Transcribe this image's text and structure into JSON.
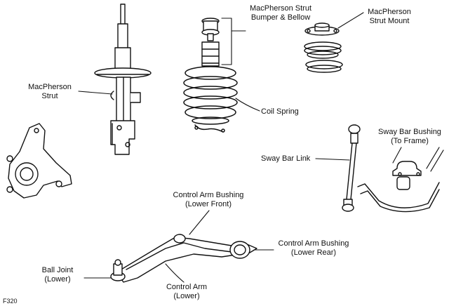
{
  "labels": {
    "macpherson_strut": {
      "line1": "MacPherson",
      "line2": "Strut"
    },
    "bumper_bellow": {
      "line1": "MacPherson Strut",
      "line2": "Bumper & Bellow"
    },
    "strut_mount": {
      "line1": "MacPherson",
      "line2": "Strut Mount"
    },
    "coil_spring": "Coil Spring",
    "sway_bar_bushing": {
      "line1": "Sway Bar Bushing",
      "line2": "(To Frame)"
    },
    "sway_bar_link": "Sway Bar Link",
    "ca_bushing_front": {
      "line1": "Control Arm Bushing",
      "line2": "(Lower Front)"
    },
    "ca_bushing_rear": {
      "line1": "Control Arm Bushing",
      "line2": "(Lower Rear)"
    },
    "ball_joint": {
      "line1": "Ball Joint",
      "line2": "(Lower)"
    },
    "control_arm": {
      "line1": "Control Arm",
      "line2": "(Lower)"
    }
  },
  "figure_code": "F320",
  "colors": {
    "ink": "#111111",
    "background": "#ffffff"
  }
}
